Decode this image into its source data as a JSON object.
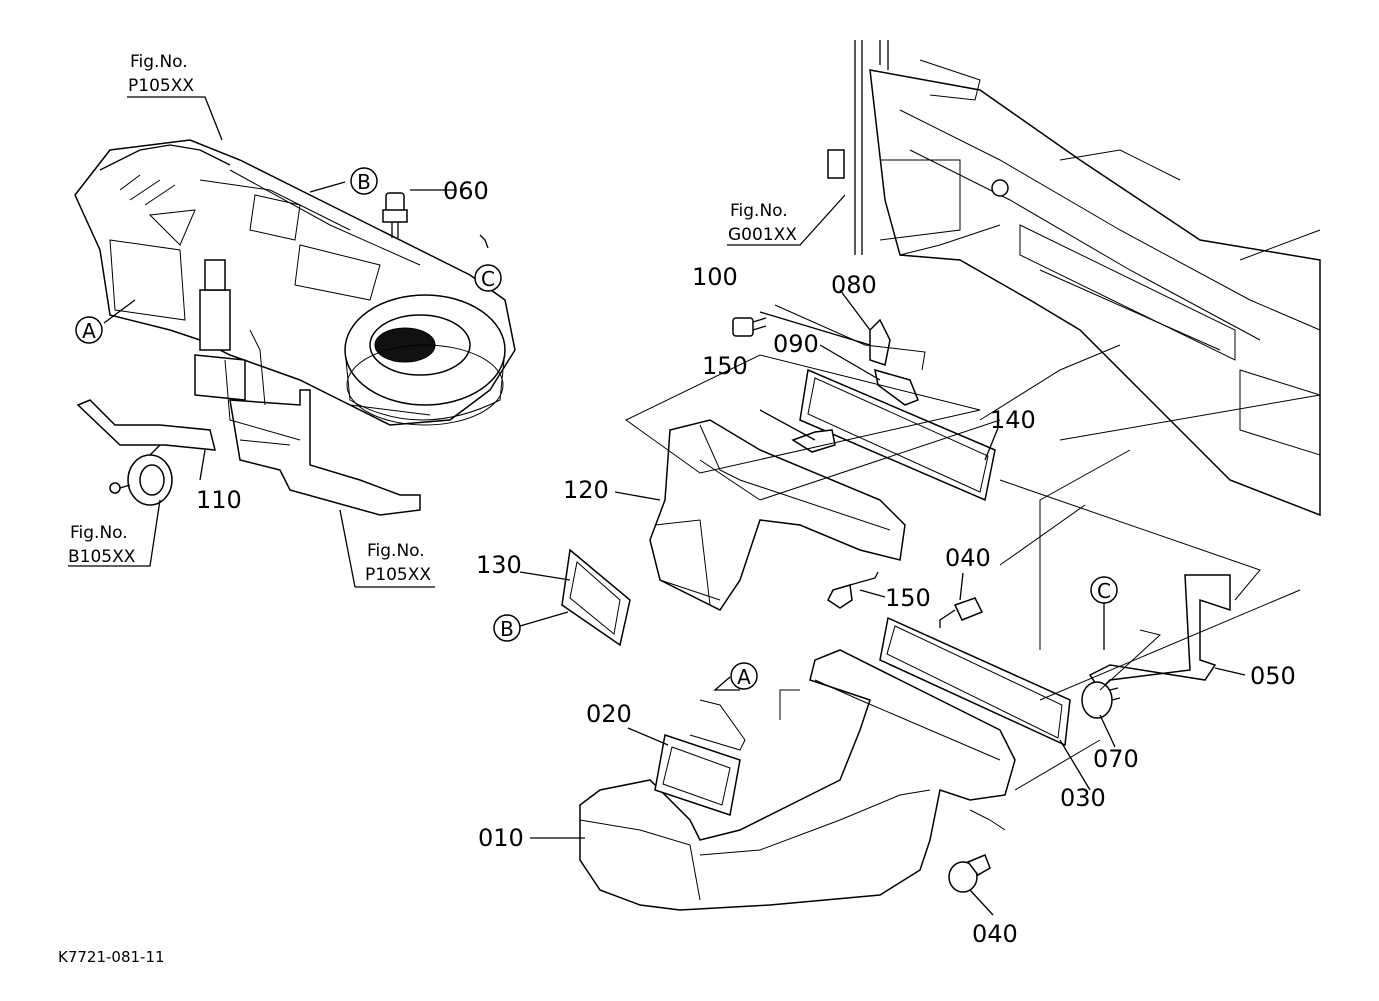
{
  "part_labels": {
    "p060": "060",
    "p110": "110",
    "p100": "100",
    "p080": "080",
    "p090": "090",
    "p150a": "150",
    "p140": "140",
    "p120": "120",
    "p130": "130",
    "p150b": "150",
    "p040a": "040",
    "p050": "050",
    "p070": "070",
    "p020": "020",
    "p030": "030",
    "p010": "010",
    "p040b": "040"
  },
  "figure_refs": {
    "top_left": {
      "label": "Fig.No.",
      "code": "P105XX"
    },
    "horn": {
      "label": "Fig.No.",
      "code": "B105XX"
    },
    "bracket": {
      "label": "Fig.No.",
      "code": "P105XX"
    },
    "frame": {
      "label": "Fig.No.",
      "code": "G001XX"
    }
  },
  "callouts": {
    "A_left": "A",
    "B_top": "B",
    "C_top": "C",
    "B_lower": "B",
    "A_lower": "A",
    "C_right": "C"
  },
  "drawing_code": "K7721-081-11"
}
